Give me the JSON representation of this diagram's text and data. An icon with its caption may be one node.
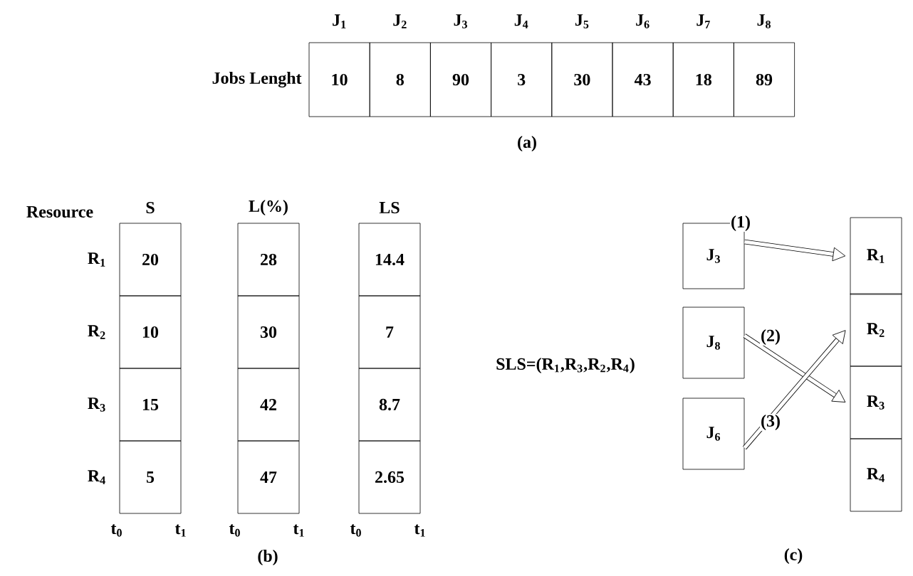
{
  "diagram": {
    "nodes": [
      {
        "text": [
          "J$_{3}$"
        ]
      },
      {
        "text": [
          "J$_{8}$"
        ]
      },
      {
        "text": [
          "J$_{6}$"
        ]
      },
      {
        "text": [
          "R$_{1}$"
        ]
      },
      {
        "text": [
          "R$_{2}$"
        ]
      },
      {
        "text": [
          "R$_{3}$"
        ]
      },
      {
        "text": [
          "R$_{4}$"
        ]
      }
    ],
    "edges": [
      {
        "from": 0,
        "to": 3,
        "arrow": "to",
        "label": "(1)"
      },
      {
        "from": 1,
        "to": 5,
        "arrow": "to",
        "label": "(2)"
      },
      {
        "from": 2,
        "to": 4,
        "arrow": "to",
        "label": "(3)"
      }
    ],
    "labels": [
      "J$_{1}$",
      "J$_{2}$",
      "J$_{3}$",
      "J$_{4}$",
      "J$_{5}$",
      "J$_{6}$",
      "J$_{7}$",
      "J$_{8}$",
      "Jobs Lenght",
      "10",
      "8",
      "90",
      "3",
      "30",
      "43",
      "18",
      "89",
      "(a)",
      "Resource",
      "S",
      "L(%)",
      "LS",
      "R$_{1}$",
      "20",
      "28",
      "14.4",
      "R$_{2}$",
      "10",
      "30",
      "7",
      "R$_{3}$",
      "15",
      "42",
      "8.7",
      "R$_{4}$",
      "5",
      "47",
      "2.65",
      "t$_{0}$",
      "t$_{1}$",
      "t$_{0}$",
      "t$_{1}$",
      "t$_{0}$",
      "t$_{1}$",
      "(b)",
      "SLS=(R$_{1}$,R$_{3}$,R$_{2}$,R$_{4}$)",
      "(c)"
    ]
  }
}
